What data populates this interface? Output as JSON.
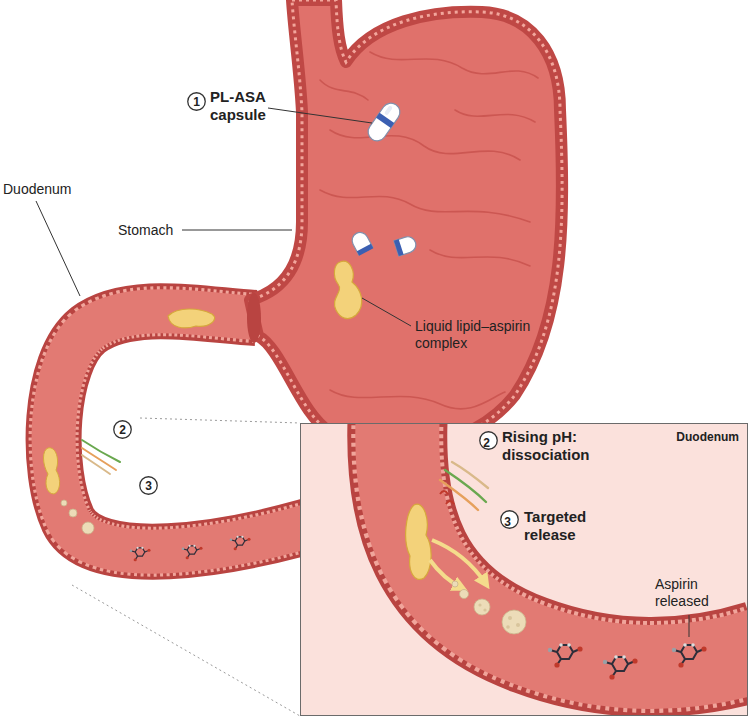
{
  "diagram": {
    "nodes": [
      {
        "text": [
          "1"
        ]
      },
      {
        "text": [
          "2"
        ]
      },
      {
        "text": [
          "3"
        ]
      },
      {
        "text": [
          "Duodenum"
        ]
      },
      {
        "text": [
          "2"
        ],
        "in": 3
      },
      {
        "text": [
          "3"
        ],
        "in": 3
      }
    ],
    "labels": [
      "PL-ASA capsule",
      "Stomach",
      "Duodenum",
      "Liquid lipid–aspirin complex",
      "Rising pH: dissociation",
      "Targeted release",
      "Aspirin released"
    ]
  }
}
